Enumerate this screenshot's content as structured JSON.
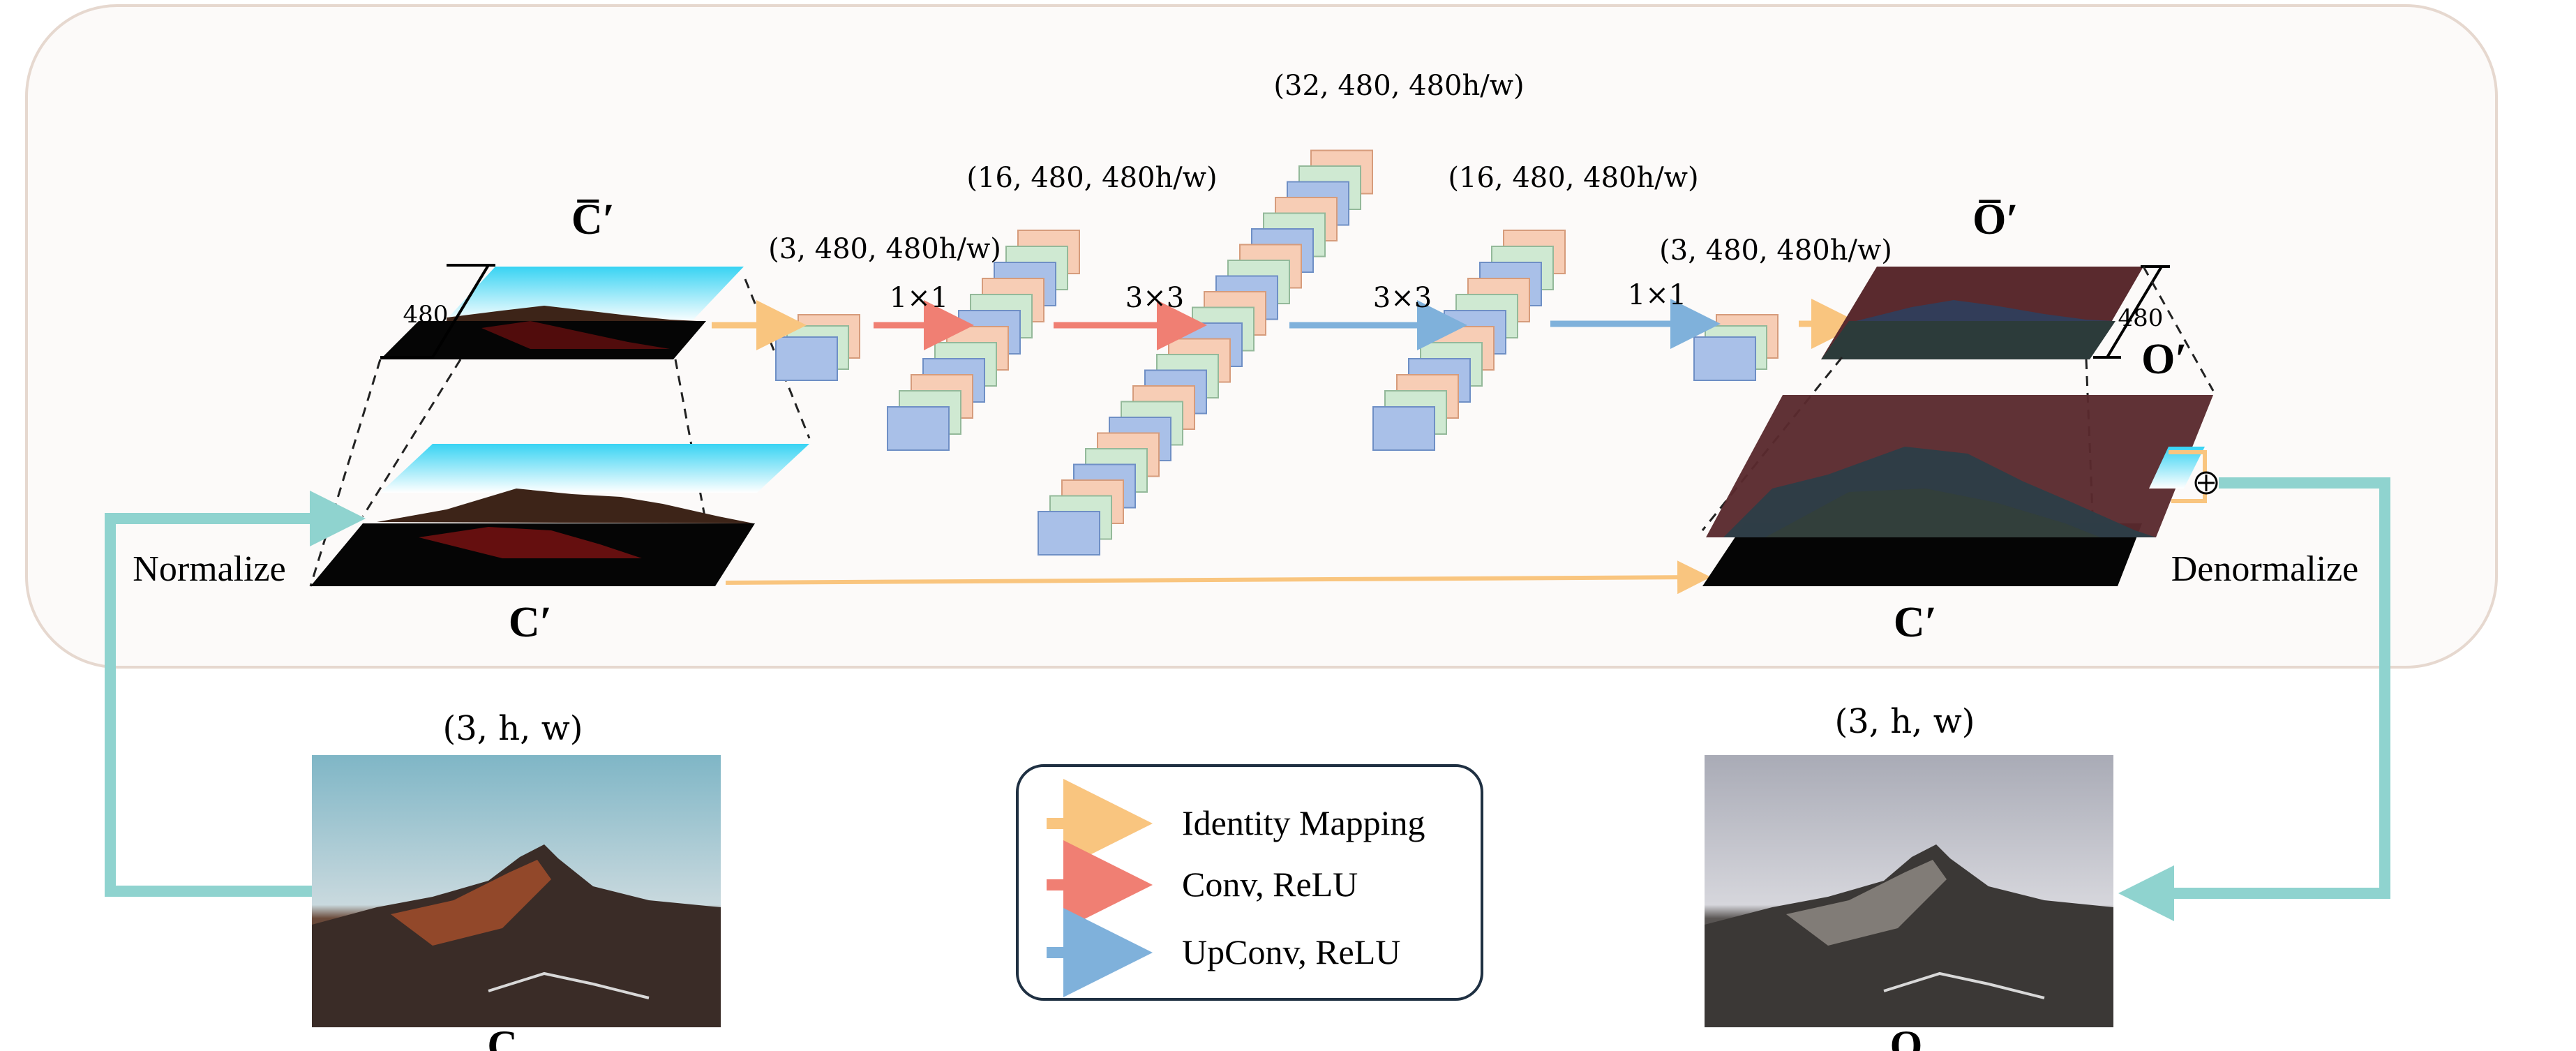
{
  "diagram": {
    "top_left_title": "C̅′",
    "top_right_title": "O̅′",
    "dims": {
      "first_small": "(3, 480, 480h/w)",
      "second": "(16, 480, 480h/w)",
      "middle": "(32, 480, 480h/w)",
      "fourth": "(16, 480, 480h/w)",
      "last_small": "(3, 480, 480h/w)",
      "input_image": "(3, h, w)",
      "output_image": "(3, h, w)"
    },
    "kernels": {
      "k1": "1×1",
      "k2": "3×3",
      "k3": "3×3",
      "k4": "1×1"
    },
    "size_left": "480",
    "size_right": "480",
    "labels": {
      "normalize": "Normalize",
      "denormalize": "Denormalize",
      "c_prime_left": "C′",
      "c_prime_right": "C′",
      "o_prime": "O′",
      "c": "C",
      "o": "O",
      "plus": "⊕"
    },
    "legend": [
      {
        "label": "Identity Mapping",
        "color": "#f9c57f"
      },
      {
        "label": "Conv, ReLU",
        "color": "#f07f73"
      },
      {
        "label": "UpConv, ReLU",
        "color": "#7fb1db"
      }
    ],
    "colors": {
      "teal": "#8fd3cf",
      "orange": "#f9c57f",
      "red": "#f07f73",
      "blue": "#7fb1db",
      "panel_bg": "#fcfaf9",
      "panel_border": "#e6d8cf"
    }
  }
}
